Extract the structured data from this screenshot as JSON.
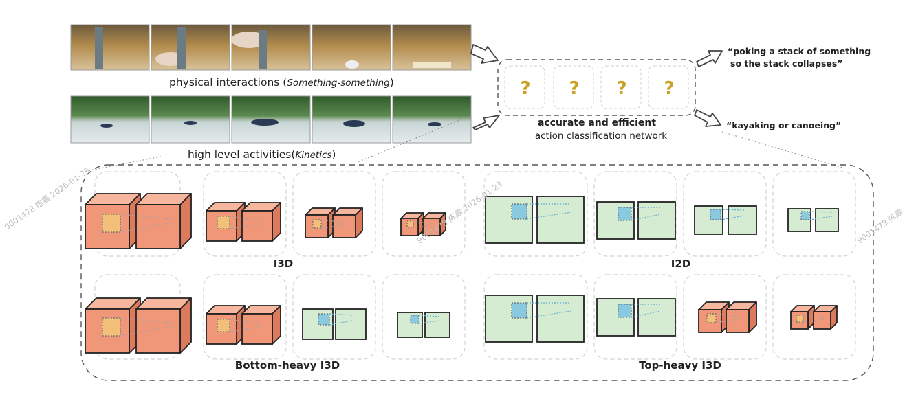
{
  "top_rows": {
    "physical": {
      "label_prefix": "physical interactions (",
      "label_italic": "Something-something",
      "label_suffix": ")"
    },
    "kinetics": {
      "label_prefix": "high level activities(",
      "label_italic": "Kinetics",
      "label_suffix": ")"
    }
  },
  "network": {
    "question_marks": [
      "?",
      "?",
      "?",
      "?"
    ],
    "title": "accurate and efficient",
    "subtitle": "action classification network"
  },
  "outputs": {
    "first_line1": "“poking a stack of something",
    "first_line2": "so the stack collapses”",
    "second": "“kayaking or canoeing”"
  },
  "variants": {
    "i3d": "I3D",
    "i2d": "I2D",
    "bottom_heavy": "Bottom-heavy I3D",
    "top_heavy": "Top-heavy I3D"
  },
  "watermark": {
    "id": "9001478",
    "name": "陈震",
    "date": "2026-01-23"
  },
  "colors": {
    "cube_front": "#f0977a",
    "cube_top": "#f7b69e",
    "cube_side": "#dc7a5e",
    "cube_inner": "#f3c77a",
    "square_fill": "#d5ecd2",
    "square_inner": "#7bc4e4",
    "question_mark": "#c9a227",
    "frame_stroke": "#555555"
  }
}
